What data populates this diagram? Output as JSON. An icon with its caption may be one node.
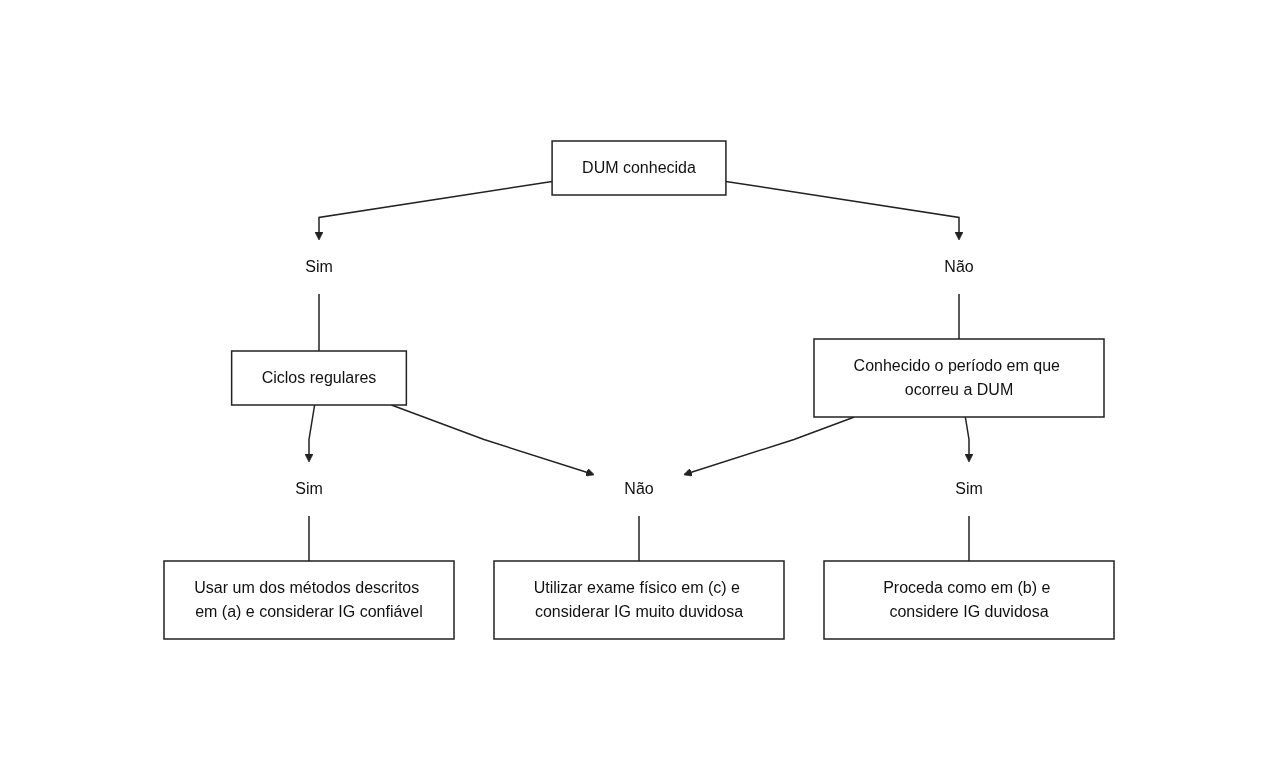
{
  "diagram": {
    "nodes": [
      {
        "text": [
          "DUM conhecida"
        ]
      },
      {
        "text": [
          "Sim"
        ]
      },
      {
        "text": [
          "Não"
        ]
      },
      {
        "text": [
          "Ciclos regulares"
        ]
      },
      {
        "text": [
          "Conhecido o período em que ocorreu a DUM"
        ]
      },
      {
        "text": [
          "Sim"
        ]
      },
      {
        "text": [
          "Não"
        ]
      },
      {
        "text": [
          "Sim"
        ]
      },
      {
        "text": [
          "Usar um dos métodos descritos em (a) e considerar IG confiável"
        ]
      },
      {
        "text": [
          "Utilizar exame físico em (c) e considerar IG muito duvidosa"
        ]
      },
      {
        "text": [
          "Proceda como em (b) e considere IG duvidosa"
        ]
      }
    ],
    "edges": [
      {
        "from": 0,
        "to": 1,
        "arrow": "to"
      },
      {
        "from": 0,
        "to": 2,
        "arrow": "to"
      },
      {
        "from": 1,
        "to": 3,
        "arrow": "none"
      },
      {
        "from": 2,
        "to": 4,
        "arrow": "none"
      },
      {
        "from": 3,
        "to": 5,
        "arrow": "to"
      },
      {
        "from": 3,
        "to": 6,
        "arrow": "to"
      },
      {
        "from": 4,
        "to": 6,
        "arrow": "to"
      },
      {
        "from": 4,
        "to": 7,
        "arrow": "to"
      },
      {
        "from": 5,
        "to": 8,
        "arrow": "none"
      },
      {
        "from": 6,
        "to": 9,
        "arrow": "none"
      },
      {
        "from": 7,
        "to": 10,
        "arrow": "none"
      }
    ]
  }
}
